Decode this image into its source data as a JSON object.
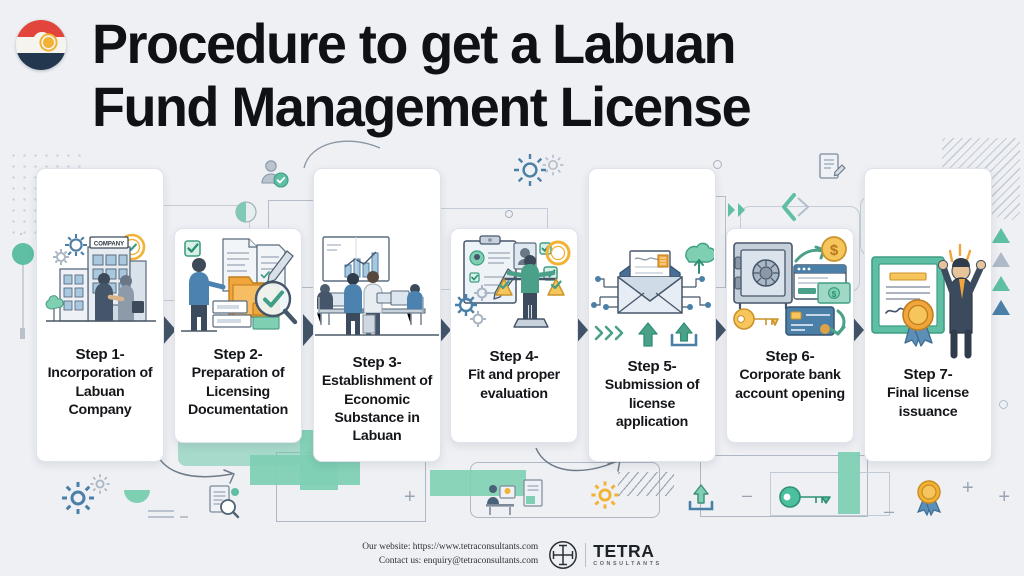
{
  "page": {
    "background_color": "#eef0f4",
    "title_line1": "Procedure to get a Labuan",
    "title_line2": "Fund Management License",
    "title_color": "#101114",
    "accent_teal": "#6fc9ab",
    "accent_blue": "#4a7fa8",
    "accent_orange": "#f2b233",
    "arrow_color": "#44566b"
  },
  "flag": {
    "name": "labuan-flag-roundel",
    "top_band_color": "#e1453c",
    "middle_band_color": "#f6f4ef",
    "bottom_band_color": "#23384e",
    "emblem_color": "#f2b233"
  },
  "steps": [
    {
      "id": 1,
      "lead": "Step 1-",
      "body": "Incorporation of Labuan Company",
      "caption_full": "Step 1- Incorporation of Labuan Company",
      "illustration": "office-building-handshake-gears-icon"
    },
    {
      "id": 2,
      "lead": "Step 2-",
      "body": "Preparation of Licensing Documentation",
      "caption_full": "Step 2- Preparation of Licensing Documentation",
      "illustration": "documents-folder-magnifier-checkmark-icon"
    },
    {
      "id": 3,
      "lead": "Step 3-",
      "body": "Establishment of Economic Substance in Labuan",
      "caption_full": "Step 3- Establishment of Economic Substance in Labuan",
      "illustration": "office-team-desks-chart-icon"
    },
    {
      "id": 4,
      "lead": "Step 4-",
      "body": "Fit and proper evaluation",
      "caption_full": "Step 4- Fit and proper evaluation",
      "illustration": "clipboard-profile-scales-balance-icon"
    },
    {
      "id": 5,
      "lead": "Step 5-",
      "body": "Submission of license application",
      "caption_full": "Step 5- Submission of license application",
      "illustration": "envelope-upload-cloud-icon"
    },
    {
      "id": 6,
      "lead": "Step 6-",
      "body": "Corporate bank account opening",
      "caption_full": "Step 6- Corporate bank account opening",
      "illustration": "safe-vault-bank-card-key-icon"
    },
    {
      "id": 7,
      "lead": "Step 7-",
      "body": "Final license issuance",
      "caption_full": "Step 7- Final license issuance",
      "illustration": "certificate-award-celebrating-person-icon"
    }
  ],
  "footer": {
    "website_line": "Our website: https://www.tetraconsultants.com",
    "contact_line": "Contact us: enquiry@tetraconsultants.com",
    "brand_name": "TETRA",
    "brand_sub": "CONSULTANTS",
    "logo_icon": "tetra-circle-cross-logo-icon"
  },
  "decorations": {
    "plus_symbol": "+",
    "minus_symbol": "–",
    "dot_grid": "dot-grid-pattern",
    "hatch": "diagonal-hatch-pattern",
    "triangles": [
      "#5fbfa4",
      "#aebac7",
      "#5fbfa4",
      "#4a7fa8"
    ]
  }
}
